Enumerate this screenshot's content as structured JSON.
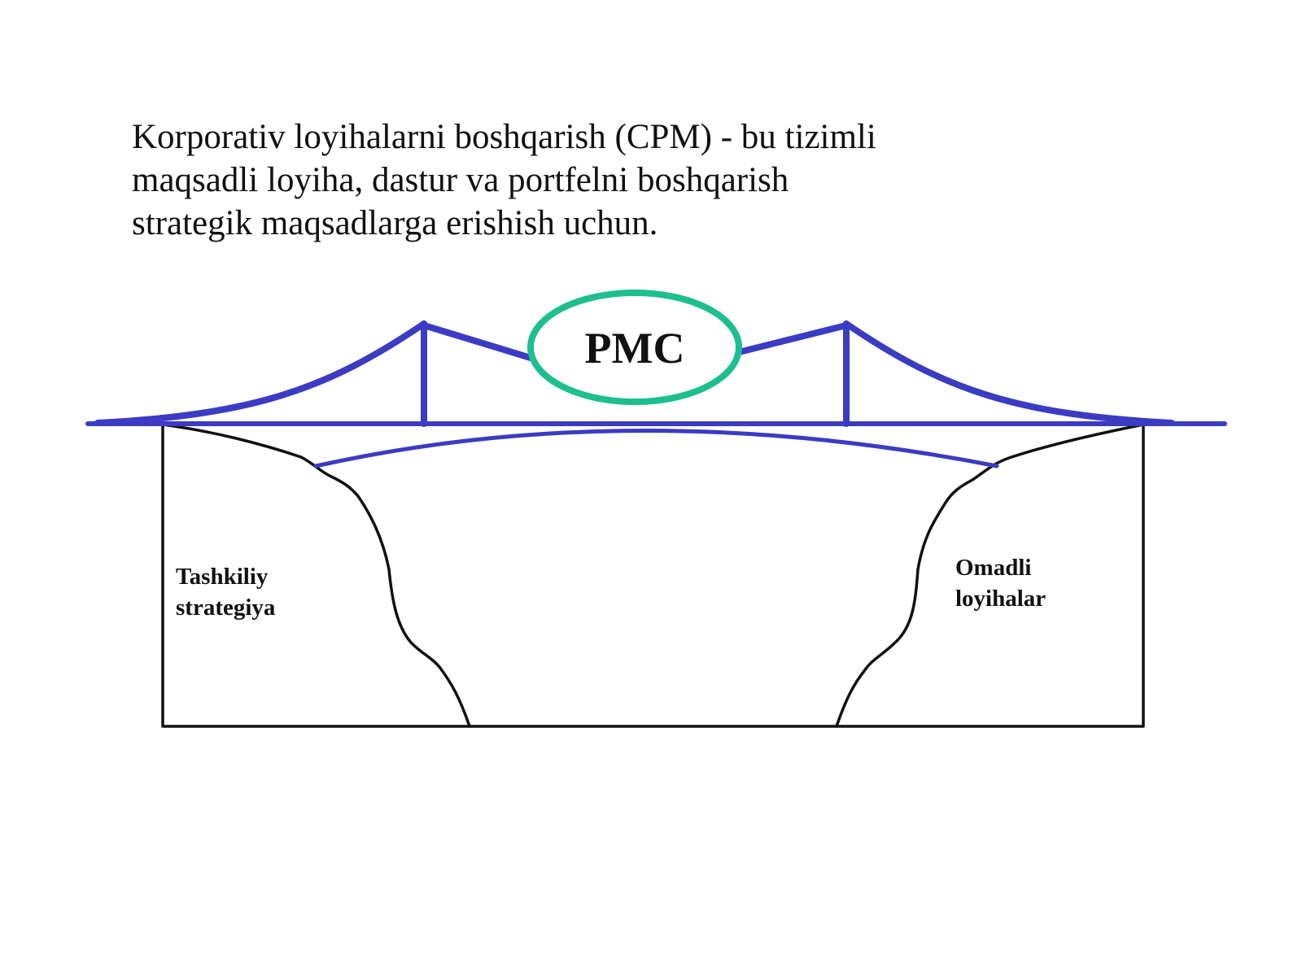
{
  "intro": {
    "lines": [
      "Korporativ loyihalarni boshqarish (CPM) - bu tizimli",
      "maqsadli loyiha, dastur va portfelni boshqarish",
      "strategik maqsadlarga erishish uchun."
    ]
  },
  "diagram": {
    "hub_label": "PMC",
    "left_cliff_label": [
      "Tashkiliy",
      "strategiya"
    ],
    "right_cliff_label": [
      "Omadli",
      "loyihalar"
    ],
    "colors": {
      "bridge": "#3b3bc4",
      "hub_ring": "#1dbf8f",
      "outline": "#111111",
      "text": "#111111"
    }
  }
}
